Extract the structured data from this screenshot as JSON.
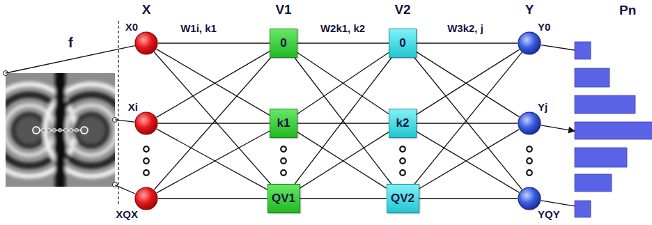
{
  "diagram": {
    "nodes": [
      {
        "text": [
          "f"
        ]
      },
      {
        "text": [
          "X0"
        ]
      },
      {
        "text": [
          "Xi"
        ]
      },
      {
        "text": [
          "XQX"
        ]
      },
      {
        "text": [
          "0"
        ]
      },
      {
        "text": [
          "k1"
        ]
      },
      {
        "text": [
          "QV1"
        ]
      },
      {
        "text": [
          "0"
        ]
      },
      {
        "text": [
          "k2"
        ]
      },
      {
        "text": [
          "QV2"
        ]
      },
      {
        "text": [
          "Y0"
        ]
      },
      {
        "text": [
          "Yj"
        ]
      },
      {
        "text": [
          "YQY"
        ]
      },
      {
        "text": [
          "Pn"
        ]
      }
    ],
    "edges": [
      {
        "from": 0,
        "to": 1,
        "arrow": "none"
      },
      {
        "from": 0,
        "to": 2,
        "arrow": "none"
      },
      {
        "from": 0,
        "to": 3,
        "arrow": "none"
      },
      {
        "from": 1,
        "to": 4,
        "arrow": "none"
      },
      {
        "from": 1,
        "to": 5,
        "arrow": "none"
      },
      {
        "from": 1,
        "to": 6,
        "arrow": "none"
      },
      {
        "from": 2,
        "to": 4,
        "arrow": "none"
      },
      {
        "from": 2,
        "to": 5,
        "arrow": "none"
      },
      {
        "from": 2,
        "to": 6,
        "arrow": "none"
      },
      {
        "from": 3,
        "to": 4,
        "arrow": "none"
      },
      {
        "from": 3,
        "to": 5,
        "arrow": "none"
      },
      {
        "from": 3,
        "to": 6,
        "arrow": "none"
      },
      {
        "from": 4,
        "to": 7,
        "arrow": "none"
      },
      {
        "from": 4,
        "to": 8,
        "arrow": "none"
      },
      {
        "from": 4,
        "to": 9,
        "arrow": "none"
      },
      {
        "from": 5,
        "to": 7,
        "arrow": "none"
      },
      {
        "from": 5,
        "to": 8,
        "arrow": "none"
      },
      {
        "from": 5,
        "to": 9,
        "arrow": "none"
      },
      {
        "from": 6,
        "to": 7,
        "arrow": "none"
      },
      {
        "from": 6,
        "to": 8,
        "arrow": "none"
      },
      {
        "from": 6,
        "to": 9,
        "arrow": "none"
      },
      {
        "from": 7,
        "to": 10,
        "arrow": "none"
      },
      {
        "from": 7,
        "to": 11,
        "arrow": "none"
      },
      {
        "from": 7,
        "to": 12,
        "arrow": "none"
      },
      {
        "from": 8,
        "to": 10,
        "arrow": "none"
      },
      {
        "from": 8,
        "to": 11,
        "arrow": "none"
      },
      {
        "from": 8,
        "to": 12,
        "arrow": "none"
      },
      {
        "from": 9,
        "to": 10,
        "arrow": "none"
      },
      {
        "from": 9,
        "to": 11,
        "arrow": "none"
      },
      {
        "from": 9,
        "to": 12,
        "arrow": "none"
      },
      {
        "from": 10,
        "to": 13,
        "arrow": "none"
      },
      {
        "from": 11,
        "to": 13,
        "arrow": "to"
      },
      {
        "from": 12,
        "to": 13,
        "arrow": "none"
      }
    ],
    "labels": [
      "X",
      "V1",
      "V2",
      "Y",
      "W1i, k1",
      "W2k1, k2",
      "W3k2, j"
    ]
  }
}
